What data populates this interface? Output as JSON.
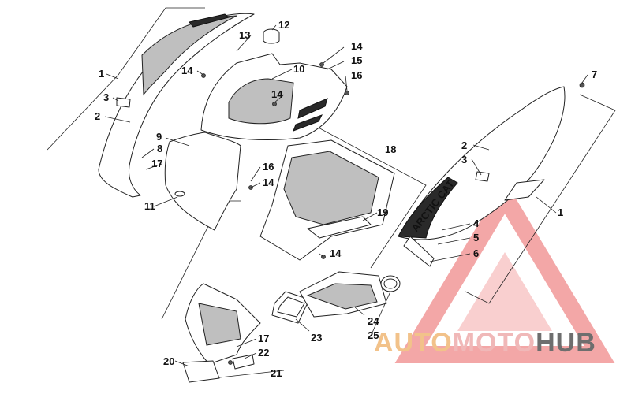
{
  "diagram": {
    "callouts": [
      {
        "id": "c1a",
        "text": "1"
      },
      {
        "id": "c2a",
        "text": "2"
      },
      {
        "id": "c3a",
        "text": "3"
      },
      {
        "id": "c8",
        "text": "8"
      },
      {
        "id": "c17a",
        "text": "17"
      },
      {
        "id": "c9",
        "text": "9"
      },
      {
        "id": "c11",
        "text": "11"
      },
      {
        "id": "c13",
        "text": "13"
      },
      {
        "id": "c12",
        "text": "12"
      },
      {
        "id": "c14a",
        "text": "14"
      },
      {
        "id": "c10",
        "text": "10"
      },
      {
        "id": "c14b",
        "text": "14"
      },
      {
        "id": "c14c",
        "text": "14"
      },
      {
        "id": "c15",
        "text": "15"
      },
      {
        "id": "c16a",
        "text": "16"
      },
      {
        "id": "c16b",
        "text": "16"
      },
      {
        "id": "c14d",
        "text": "14"
      },
      {
        "id": "c18",
        "text": "18"
      },
      {
        "id": "c19",
        "text": "19"
      },
      {
        "id": "c14e",
        "text": "14"
      },
      {
        "id": "c7",
        "text": "7"
      },
      {
        "id": "c2b",
        "text": "2"
      },
      {
        "id": "c3b",
        "text": "3"
      },
      {
        "id": "c1b",
        "text": "1"
      },
      {
        "id": "c4",
        "text": "4"
      },
      {
        "id": "c5",
        "text": "5"
      },
      {
        "id": "c6",
        "text": "6"
      },
      {
        "id": "c23",
        "text": "23"
      },
      {
        "id": "c24",
        "text": "24"
      },
      {
        "id": "c25",
        "text": "25"
      },
      {
        "id": "c17b",
        "text": "17"
      },
      {
        "id": "c22",
        "text": "22"
      },
      {
        "id": "c20",
        "text": "20"
      },
      {
        "id": "c21",
        "text": "21"
      }
    ],
    "decal_text": "ARCTIC CAT"
  },
  "watermark": {
    "part1": "AUTO",
    "part2": "MOTO",
    "part3": "HUB",
    "colors": {
      "auto": "#f2c28a",
      "moto": "#f0b8b8",
      "hub": "#6e6e6e",
      "triangle": "#f08a8a"
    }
  }
}
